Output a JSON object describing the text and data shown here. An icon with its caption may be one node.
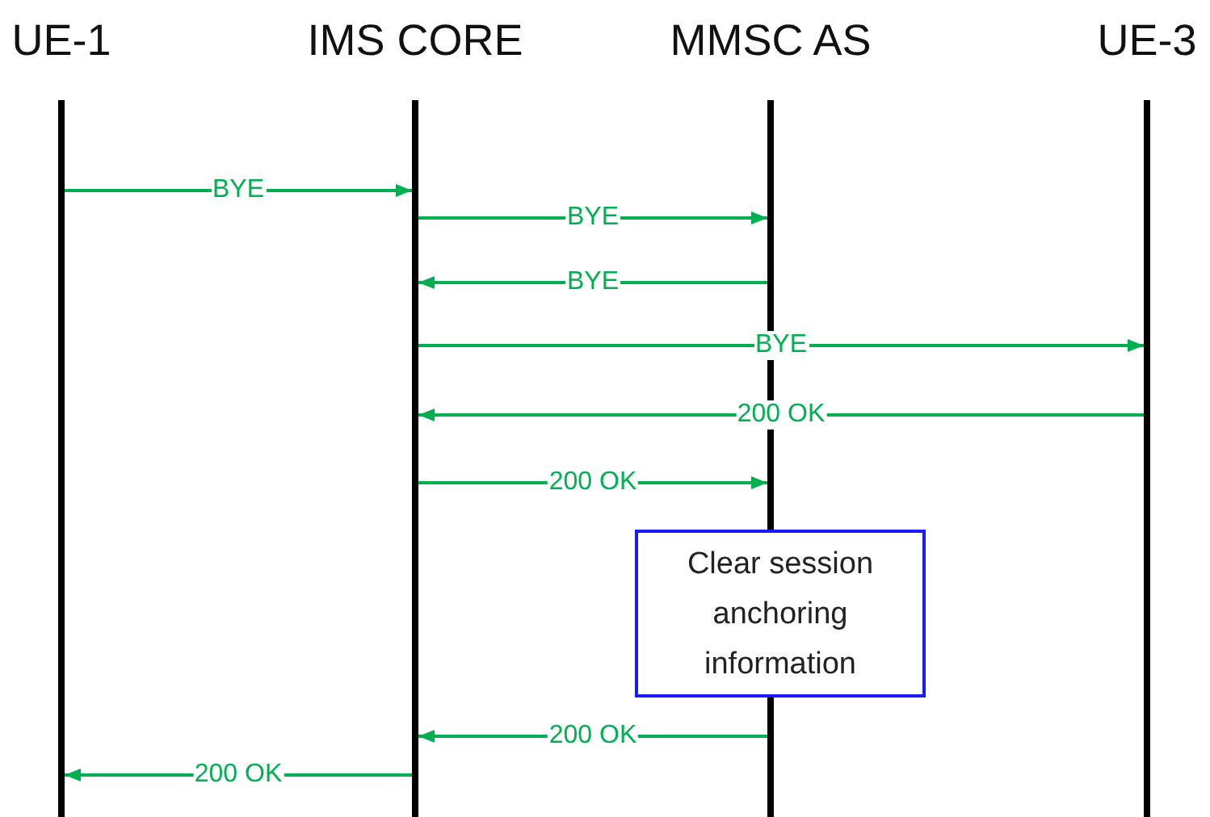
{
  "diagram": {
    "nodes": [
      {
        "text": [
          "UE-1"
        ]
      },
      {
        "text": [
          "IMS CORE"
        ]
      },
      {
        "text": [
          "MMSC AS"
        ]
      },
      {
        "text": [
          "UE-3"
        ]
      },
      {
        "text": [
          "Clear session anchoring information"
        ]
      }
    ],
    "edges": [
      {
        "from": 0,
        "to": 1,
        "arrow": "to",
        "label": "BYE"
      },
      {
        "from": 1,
        "to": 2,
        "arrow": "to",
        "label": "BYE"
      },
      {
        "from": 2,
        "to": 1,
        "arrow": "to",
        "label": "BYE"
      },
      {
        "from": 1,
        "to": 3,
        "arrow": "to",
        "label": "BYE"
      },
      {
        "from": 3,
        "to": 1,
        "arrow": "to",
        "label": "200 OK"
      },
      {
        "from": 1,
        "to": 2,
        "arrow": "to",
        "label": "200 OK"
      },
      {
        "from": 2,
        "to": 1,
        "arrow": "to",
        "label": "200 OK"
      },
      {
        "from": 1,
        "to": 0,
        "arrow": "to",
        "label": "200 OK"
      }
    ]
  }
}
